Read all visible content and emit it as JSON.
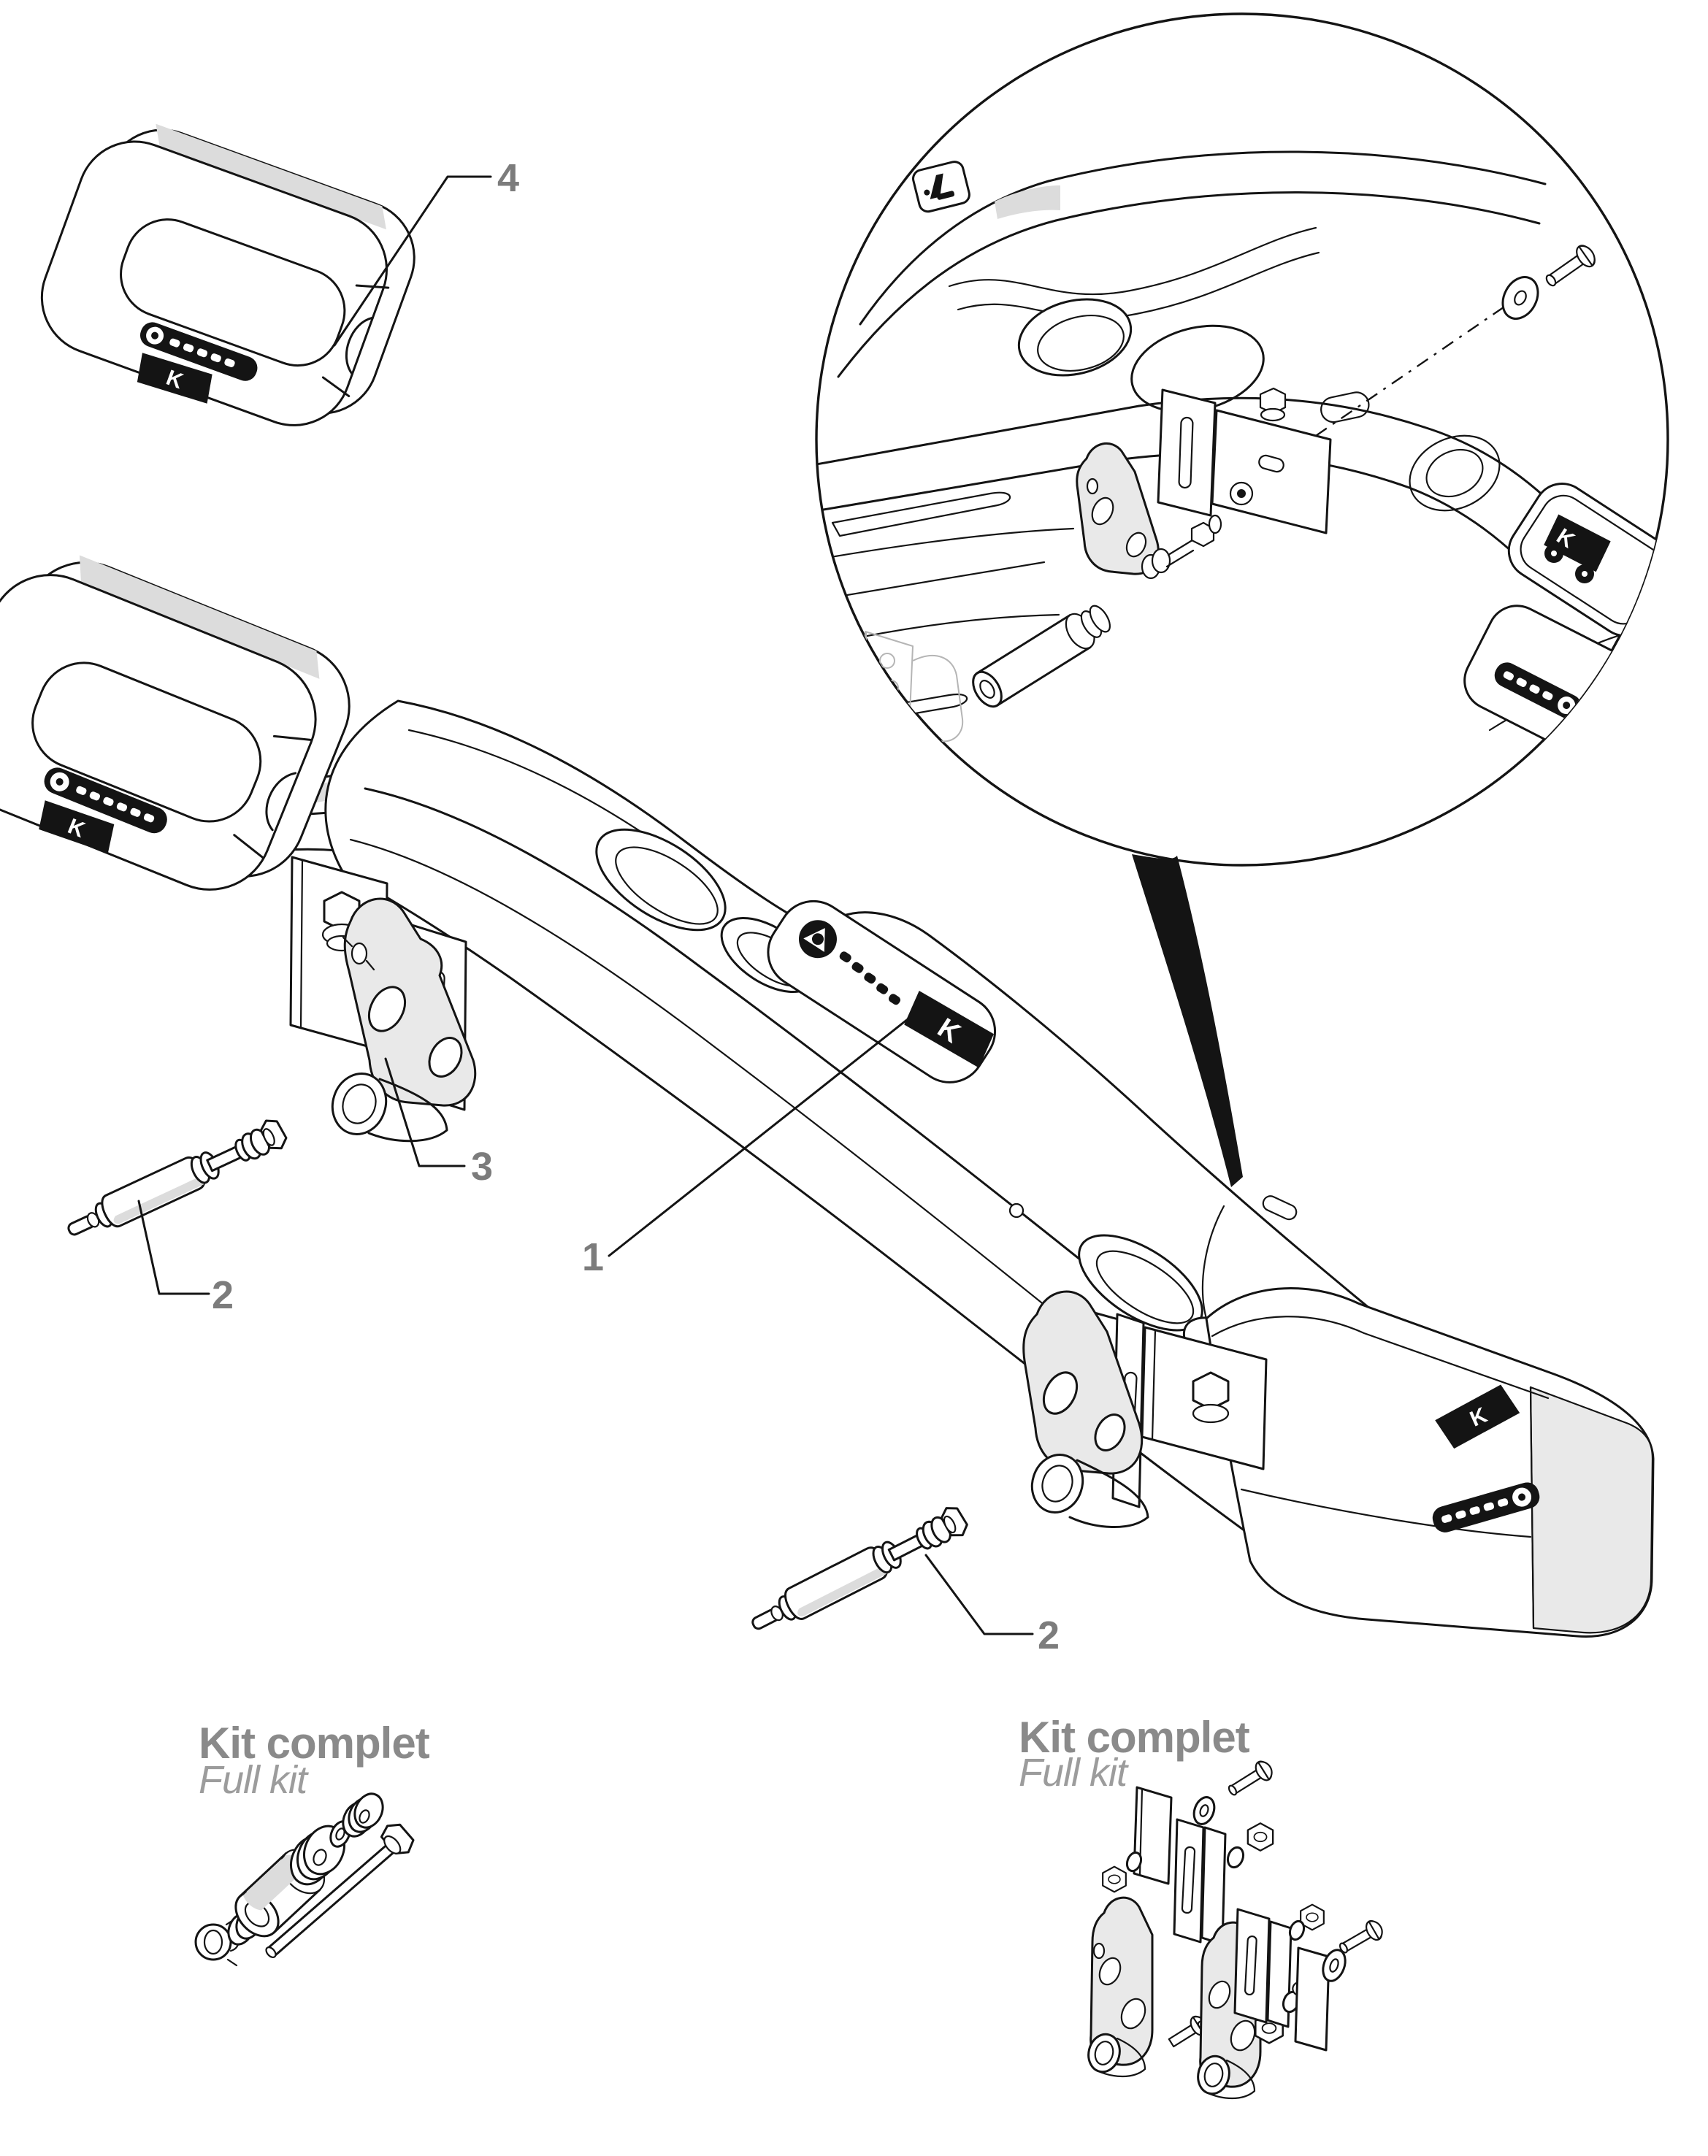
{
  "figure": {
    "type": "exploded-parts-diagram",
    "description_visible_elements": "technical line drawing of a bumper reinforcement crossmember with mounting bracket kits and a circular detail inset",
    "background_color": "#ffffff",
    "line_color": "#141414",
    "shade_color": "#e9e9e9",
    "callout_color": "#7c7c7c",
    "kit_label_color": "#8a8a8a"
  },
  "callouts": {
    "c1": "1",
    "c2a": "2",
    "c2b": "2",
    "c3": "3",
    "c4": "4"
  },
  "kits": {
    "left": {
      "title": "Kit complet",
      "subtitle": "Full kit"
    },
    "right": {
      "title": "Kit complet",
      "subtitle": "Full kit"
    }
  },
  "markings": {
    "k_logo": "K"
  },
  "icons": [
    "recycling-mark-icon",
    "k-logo-icon",
    "anchor-emblem-icon",
    "detail-inset-circle",
    "leader-pointer"
  ]
}
